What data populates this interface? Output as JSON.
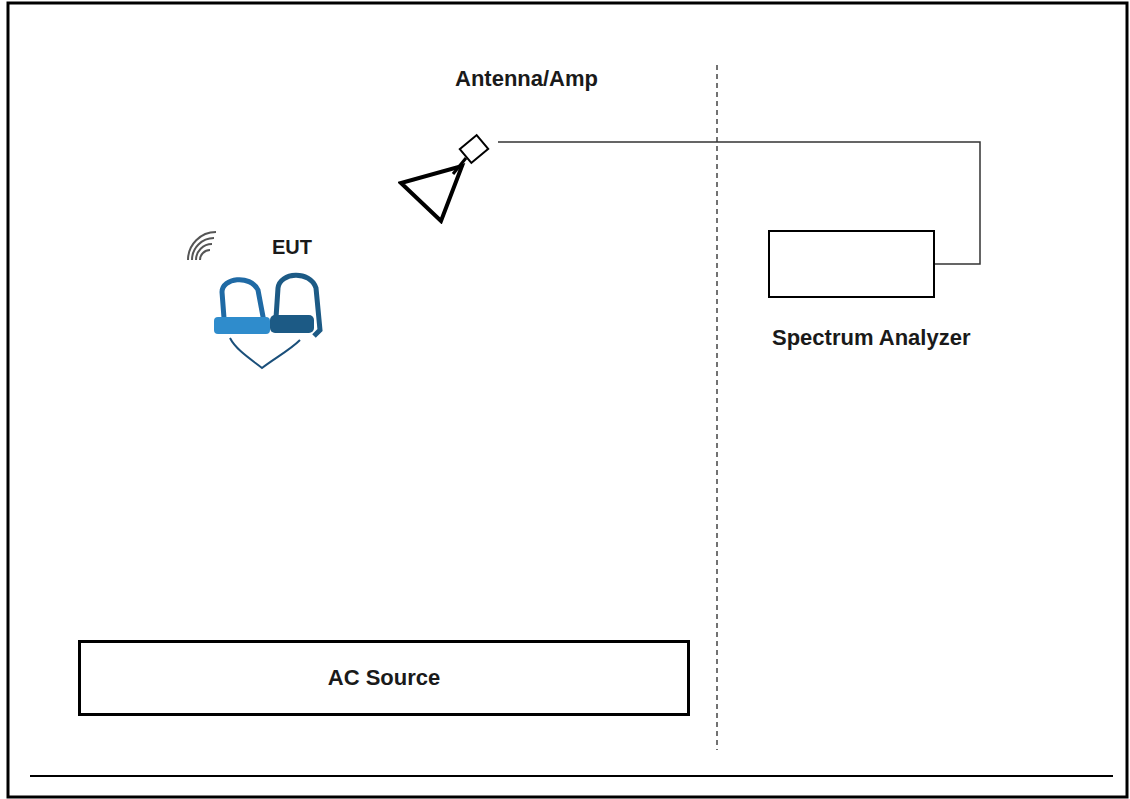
{
  "diagram": {
    "nodes": [
      {
        "text": [
          "Antenna/Amp"
        ]
      },
      {
        "text": [
          "Spectrum Analyzer"
        ]
      },
      {
        "text": [
          "AC Source"
        ]
      }
    ],
    "edges": [
      {
        "from": 0,
        "to": 1,
        "arrow": "none"
      }
    ],
    "labels": [
      "EUT"
    ]
  }
}
